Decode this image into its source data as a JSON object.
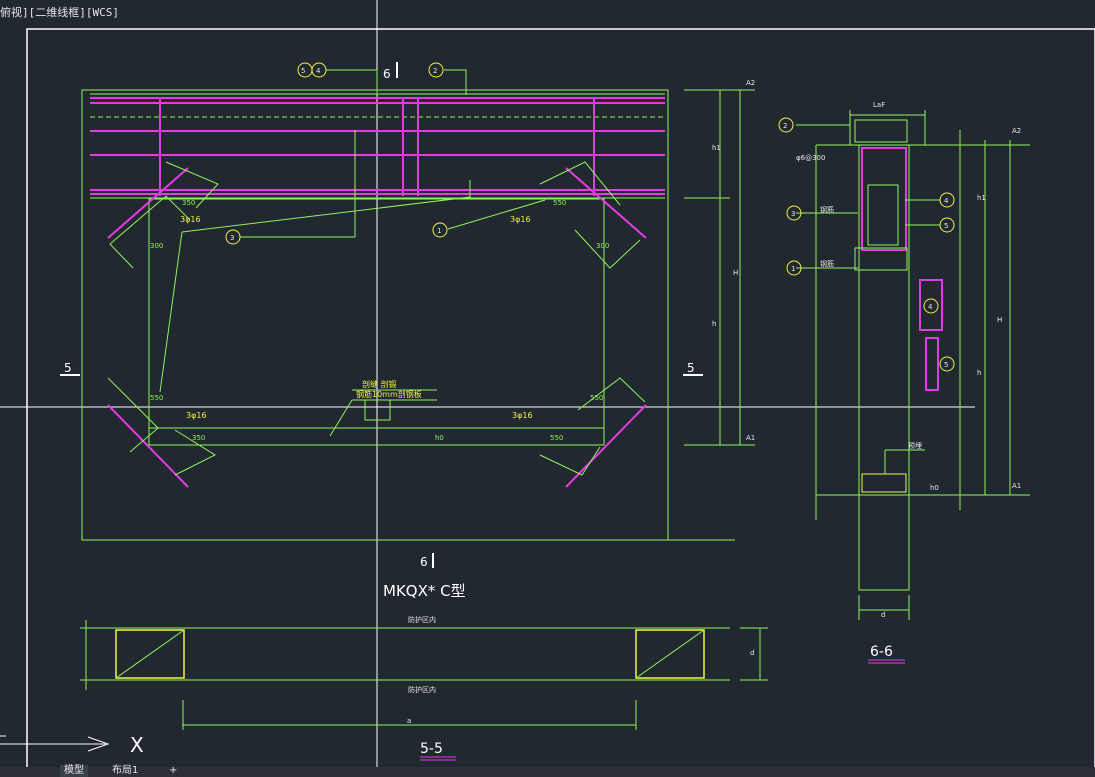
{
  "viewport": {
    "label": "俯视][二维线框][WCS]"
  },
  "drawing": {
    "title": "MKQX* C型",
    "section_cut_label_6": "6",
    "section_cut_label_5": "5",
    "labels": {
      "b350": "350",
      "b550": "550",
      "b300": "300",
      "rebar_top": "3φ16",
      "rebar_bottom": "3φ16",
      "h0": "h0",
      "note_cut1": "剖缝  剖锻",
      "note_cut2": "钢筋10mm剖钢板",
      "c1": "1",
      "c2": "2",
      "c3": "3",
      "c4": "4",
      "c5": "5"
    },
    "right_dims": {
      "a2": "A2",
      "a1": "A1",
      "h1": "h1",
      "H": "H",
      "h": "h"
    },
    "section_55": {
      "title": "5-5",
      "top_label": "防护区内",
      "bottom_label": "防护区内",
      "dim_width": "a",
      "dim_height": "d"
    },
    "section_66": {
      "title": "6-6",
      "laf": "LaF",
      "rebar_note": "φ6@300",
      "label_1": "钢筋",
      "label_2": "预埋",
      "label_3": "钢筋",
      "dim_d": "d"
    },
    "colors": {
      "frame": "#8ef35c",
      "magenta": "#e33be3",
      "yellow": "#f2f245",
      "crosshair": "#ffffff",
      "bg": "#212830"
    }
  },
  "ucs": {
    "x_label": "X"
  },
  "tabs": {
    "model": "模型",
    "layout1": "布局1",
    "add": "+"
  }
}
